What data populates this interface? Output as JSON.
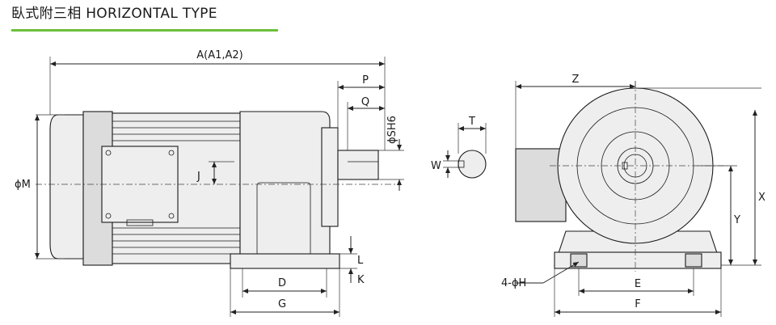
{
  "header": {
    "title": "臥式附三相 HORIZONTAL TYPE",
    "accent_color": "#6cbf3c"
  },
  "labels": {
    "A": "A(A1,A2)",
    "P": "P",
    "Q": "Q",
    "SH": "ϕSH6",
    "M": "ϕM",
    "J": "J",
    "L": "L",
    "K": "K",
    "D": "D",
    "G": "G",
    "T": "T",
    "W": "W",
    "Z": "Z",
    "X": "X",
    "Y": "Y",
    "H": "4-ϕH",
    "E": "E",
    "F": "F"
  }
}
